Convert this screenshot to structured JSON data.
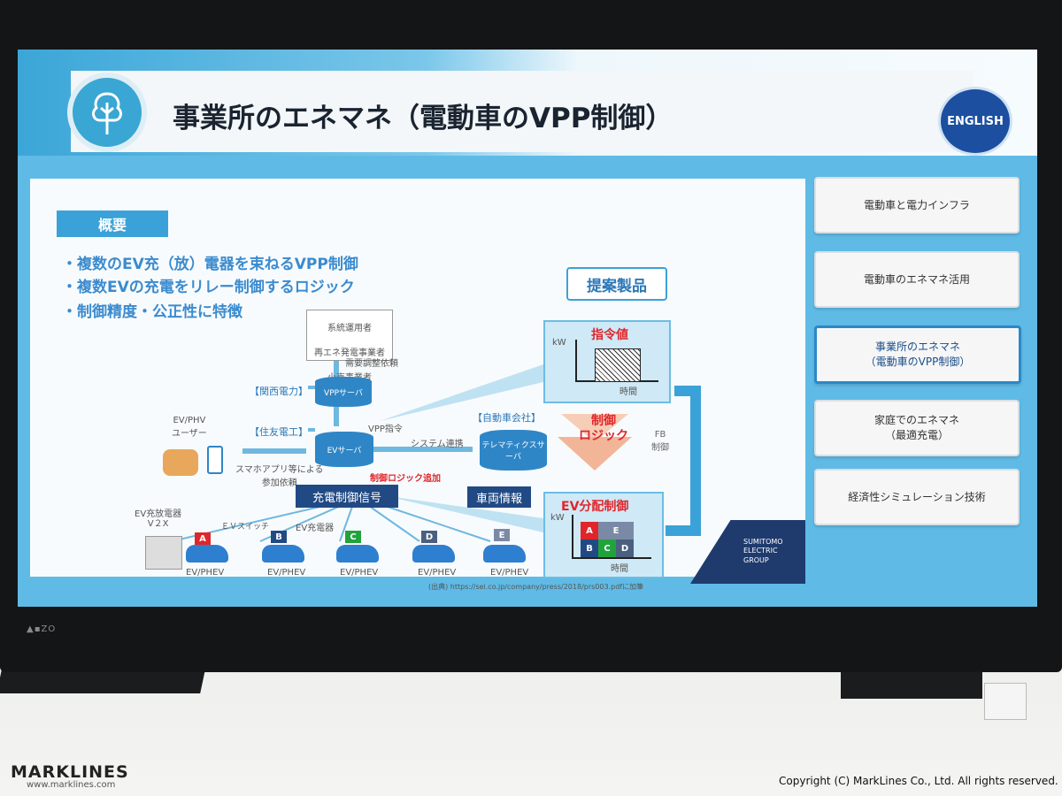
{
  "slide": {
    "title": "事業所のエネマネ（電動車のVPP制御）",
    "english_button": "ENGLISH",
    "overview_tag": "概要",
    "bullets": [
      "・複数のEV充（放）電器を束ねるVPP制御",
      "・複数EVの充電をリレー制御するロジック",
      "・制御精度・公正性に特徴"
    ],
    "proposal_label": "提案製品"
  },
  "menu": {
    "items": [
      {
        "label": "電動車と電力インフラ",
        "active": false
      },
      {
        "label": "電動車のエネマネ活用",
        "active": false
      },
      {
        "label": "事業所のエネマネ\n（電動車のVPP制御）",
        "active": true
      },
      {
        "label": "家庭でのエネマネ\n（最適充電）",
        "active": false
      },
      {
        "label": "経済性シミュレーション技術",
        "active": false
      }
    ]
  },
  "diagram": {
    "operators": [
      "系統運用者",
      "再エネ発電事業者",
      "小売事業者"
    ],
    "demand_request": "需要調整依頼",
    "kansai": "【関西電力】",
    "vpp_server": "VPPサーバ",
    "vpp_command": "VPP指令",
    "sumitomo_electric": "【住友電工】",
    "ev_server": "EVサーバ",
    "system_link": "システム連携",
    "automaker": "【自動車会社】",
    "telematics_server": "テレマティクスサーバ",
    "ev_phv_user": "EV/PHV\nユーザー",
    "app_participation": "スマホアプリ等による\n参加依頼",
    "logic_added": "制御ロジック追加",
    "charge_signal": "充電制御信号",
    "vehicle_info": "車両情報",
    "charger_label": "EV充放電器\nV２X",
    "switch_label": "ＥＶスイッチ",
    "charger2_label": "EV充電器",
    "car_labels": [
      "A",
      "B",
      "C",
      "D",
      "E"
    ],
    "car_caption": "EV/PHEV",
    "command_chart_title": "指令値",
    "kw": "kW",
    "time": "時間",
    "control_logic": "制御\nロジック",
    "fb_control": "FB\n制御",
    "distribution_title": "EV分配制御",
    "source_note": "(出典) https://sei.co.jp/company/press/2018/prs003.pdfに加筆",
    "sumitomo_logo": "SUMITOMO\nELECTRIC\nGROUP"
  },
  "footer": {
    "brand": "MARKLINES",
    "url": "www.marklines.com",
    "copyright": "Copyright (C) MarkLines Co., Ltd. All rights reserved."
  },
  "colors": {
    "accent_blue": "#3aa2d8",
    "navy": "#214a84",
    "red": "#e0262a",
    "green": "#21a33c"
  }
}
